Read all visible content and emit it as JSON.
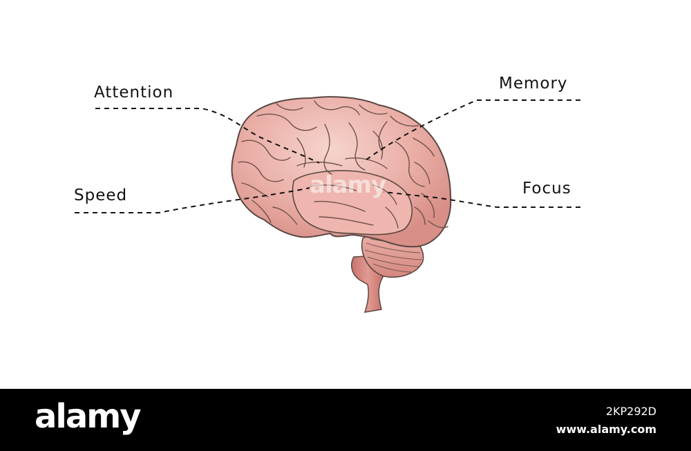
{
  "labels": {
    "attention": "Attention",
    "memory": "Memory",
    "speed": "Speed",
    "focus": "Focus"
  },
  "watermark": "alamy",
  "footer": {
    "logo": "alamy",
    "image_id": "2KP292D",
    "url": "www.alamy.com"
  },
  "colors": {
    "brain_fill": "#e7a8a0",
    "brain_light": "#f3c9c2",
    "brain_outline": "#5a4642",
    "brainstem": "#d98a82",
    "footer_bg": "#000000"
  },
  "icons": [
    "brain-icon",
    "cerebellum-icon",
    "brainstem-icon"
  ]
}
